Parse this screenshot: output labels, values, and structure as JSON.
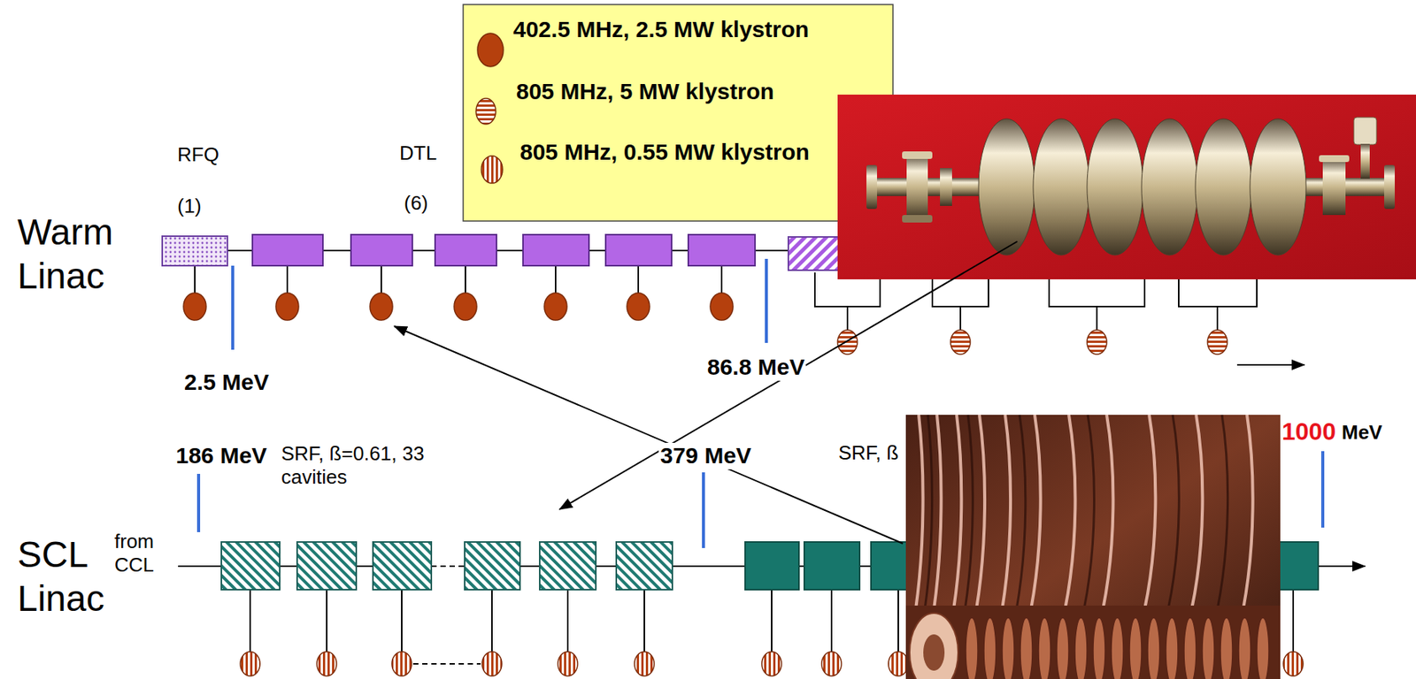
{
  "diagram": {
    "labels": [
      "RFQ",
      "(1)",
      "DTL",
      "(6)",
      "Warm Linac",
      "2.5 MeV",
      "86.8 MeV",
      "186 MeV",
      "SRF, ß=0.61, 33 cavities",
      "379 MeV",
      "SRF, ß",
      "1000",
      "MeV",
      "SCL Linac",
      "from CCL"
    ],
    "legend": [
      {
        "text": "402.5 MHz, 2.5 MW klystron",
        "color": "#b5400d"
      },
      {
        "text": "805 MHz, 5 MW klystron"
      },
      {
        "text": "805 MHz, 0.55 MW klystron"
      }
    ]
  }
}
